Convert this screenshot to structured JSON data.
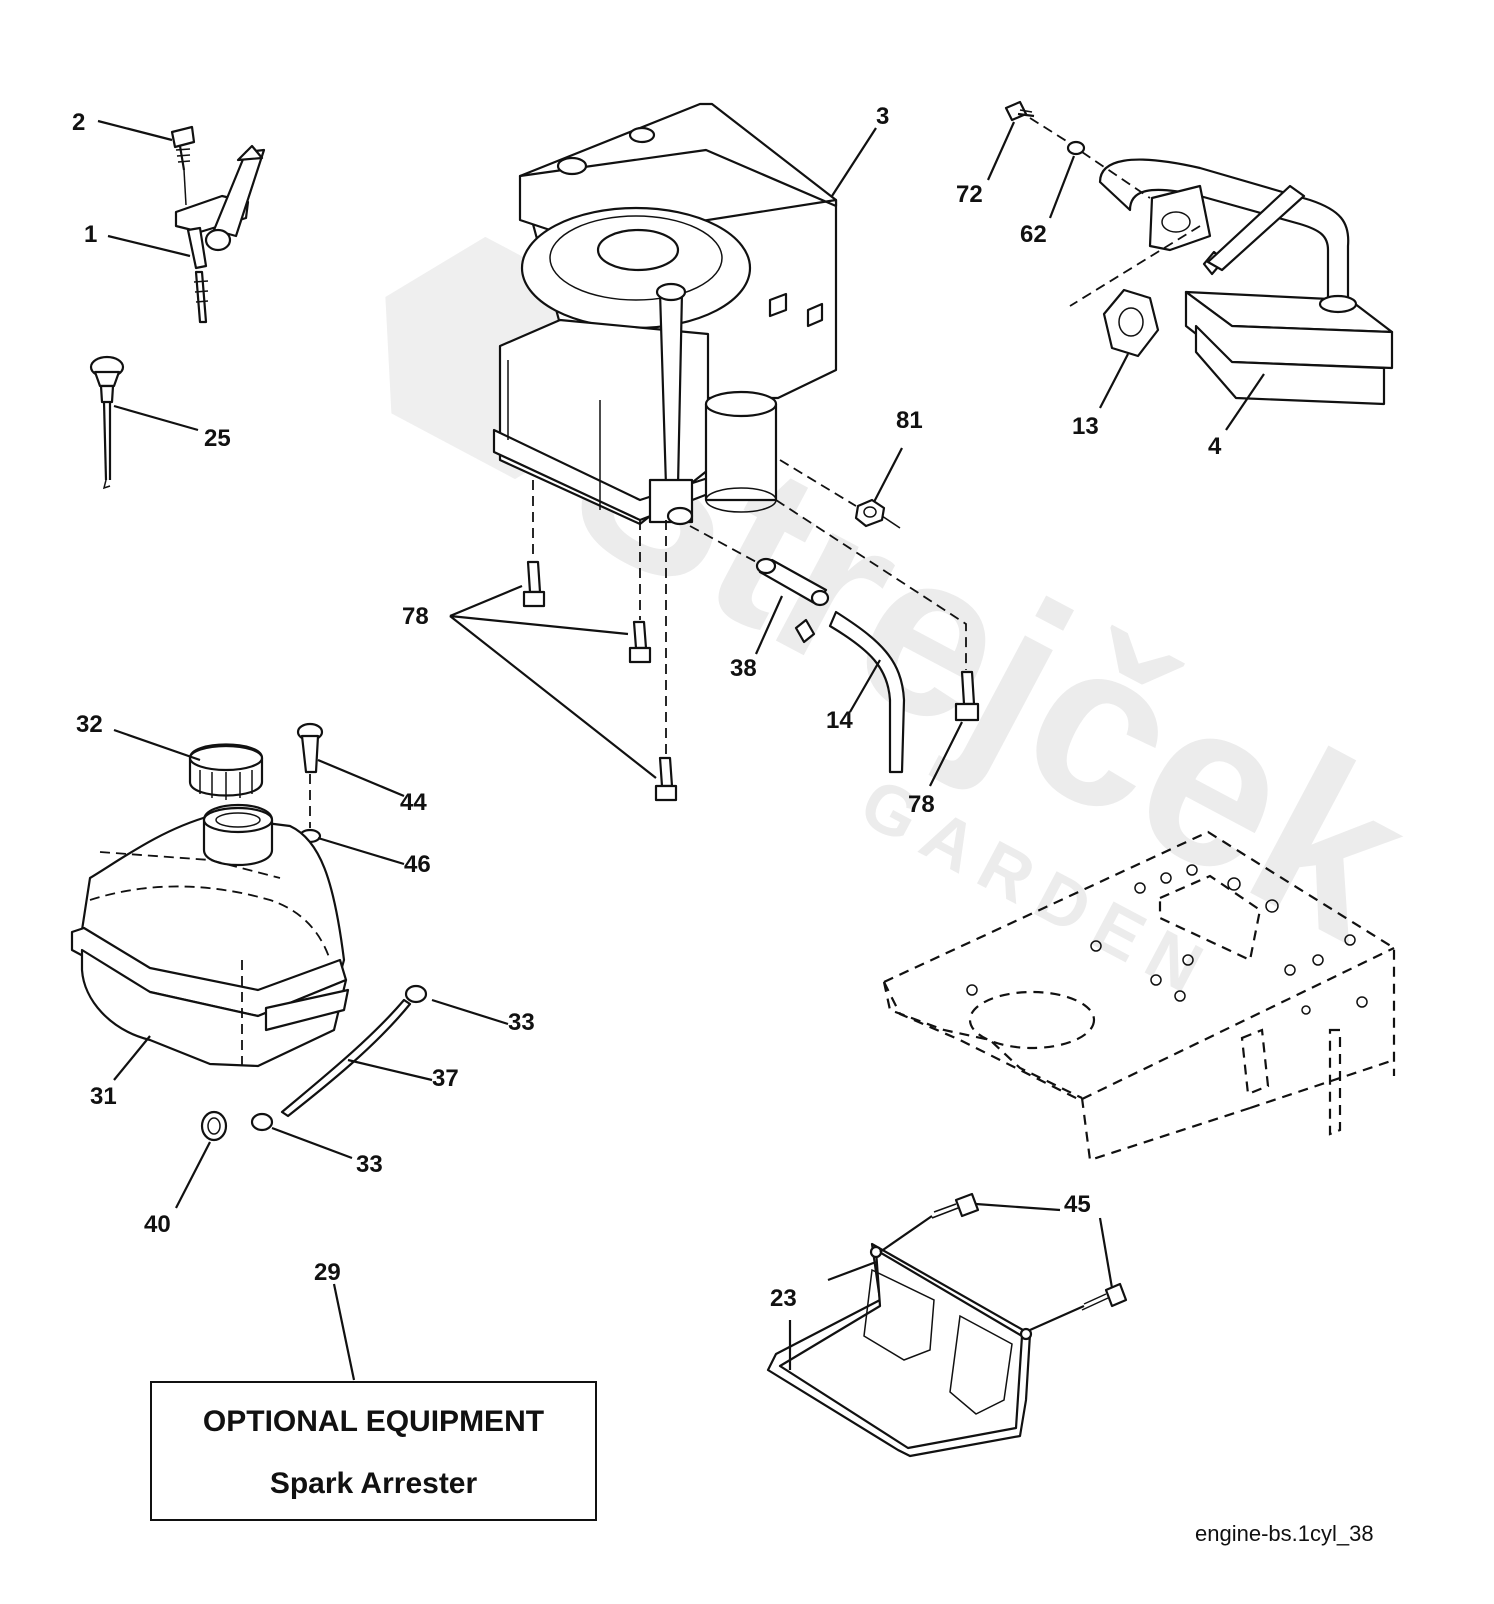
{
  "diagram": {
    "figure_id": "engine-bs.1cyl_38",
    "watermark": {
      "name": "Strejček",
      "tagline": "GARDEN"
    },
    "callouts": {
      "c1": "1",
      "c2": "2",
      "c3": "3",
      "c4": "4",
      "c13": "13",
      "c14": "14",
      "c23": "23",
      "c25": "25",
      "c29": "29",
      "c31": "31",
      "c32": "32",
      "c33a": "33",
      "c33b": "33",
      "c37": "37",
      "c38": "38",
      "c40": "40",
      "c44": "44",
      "c45": "45",
      "c46": "46",
      "c62": "62",
      "c72": "72",
      "c78a": "78",
      "c78b": "78",
      "c81": "81"
    },
    "optional_box": {
      "title": "OPTIONAL EQUIPMENT",
      "subtitle": "Spark Arrester"
    }
  }
}
